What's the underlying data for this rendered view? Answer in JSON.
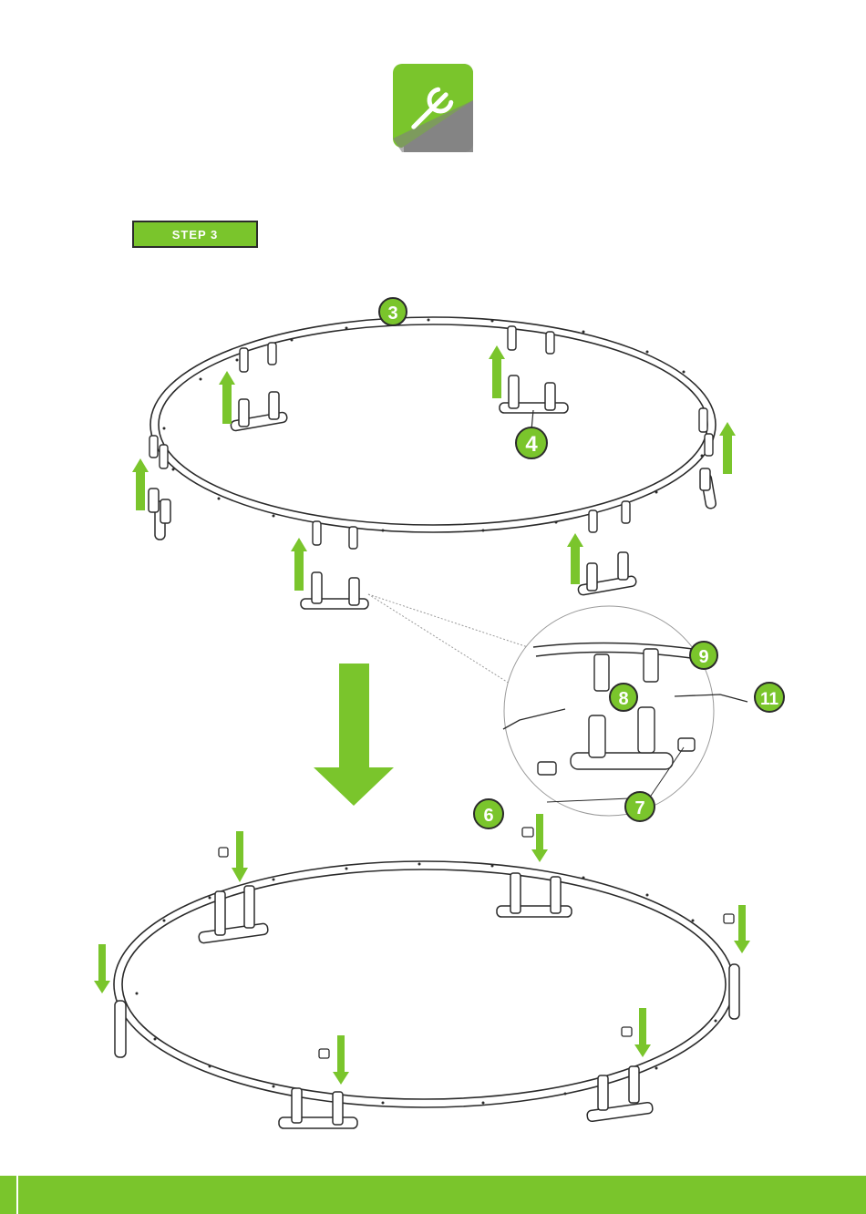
{
  "header": {
    "logo_icon": "wrench-icon",
    "logo_color": "#7ac52c",
    "logo_shadow_color": "#8c8c8c"
  },
  "step": {
    "label": "STEP 3"
  },
  "callouts": {
    "part_3": "3",
    "part_4": "4",
    "part_6": "6",
    "part_7": "7",
    "part_8": "8",
    "part_9": "9",
    "part_11": "11"
  },
  "colors": {
    "accent": "#7ac52c",
    "line": "#2b2b2b"
  },
  "icons": {
    "up_arrow": "up-arrow-icon",
    "down_arrow": "down-arrow-icon",
    "big_arrow": "large-down-arrow-icon"
  }
}
